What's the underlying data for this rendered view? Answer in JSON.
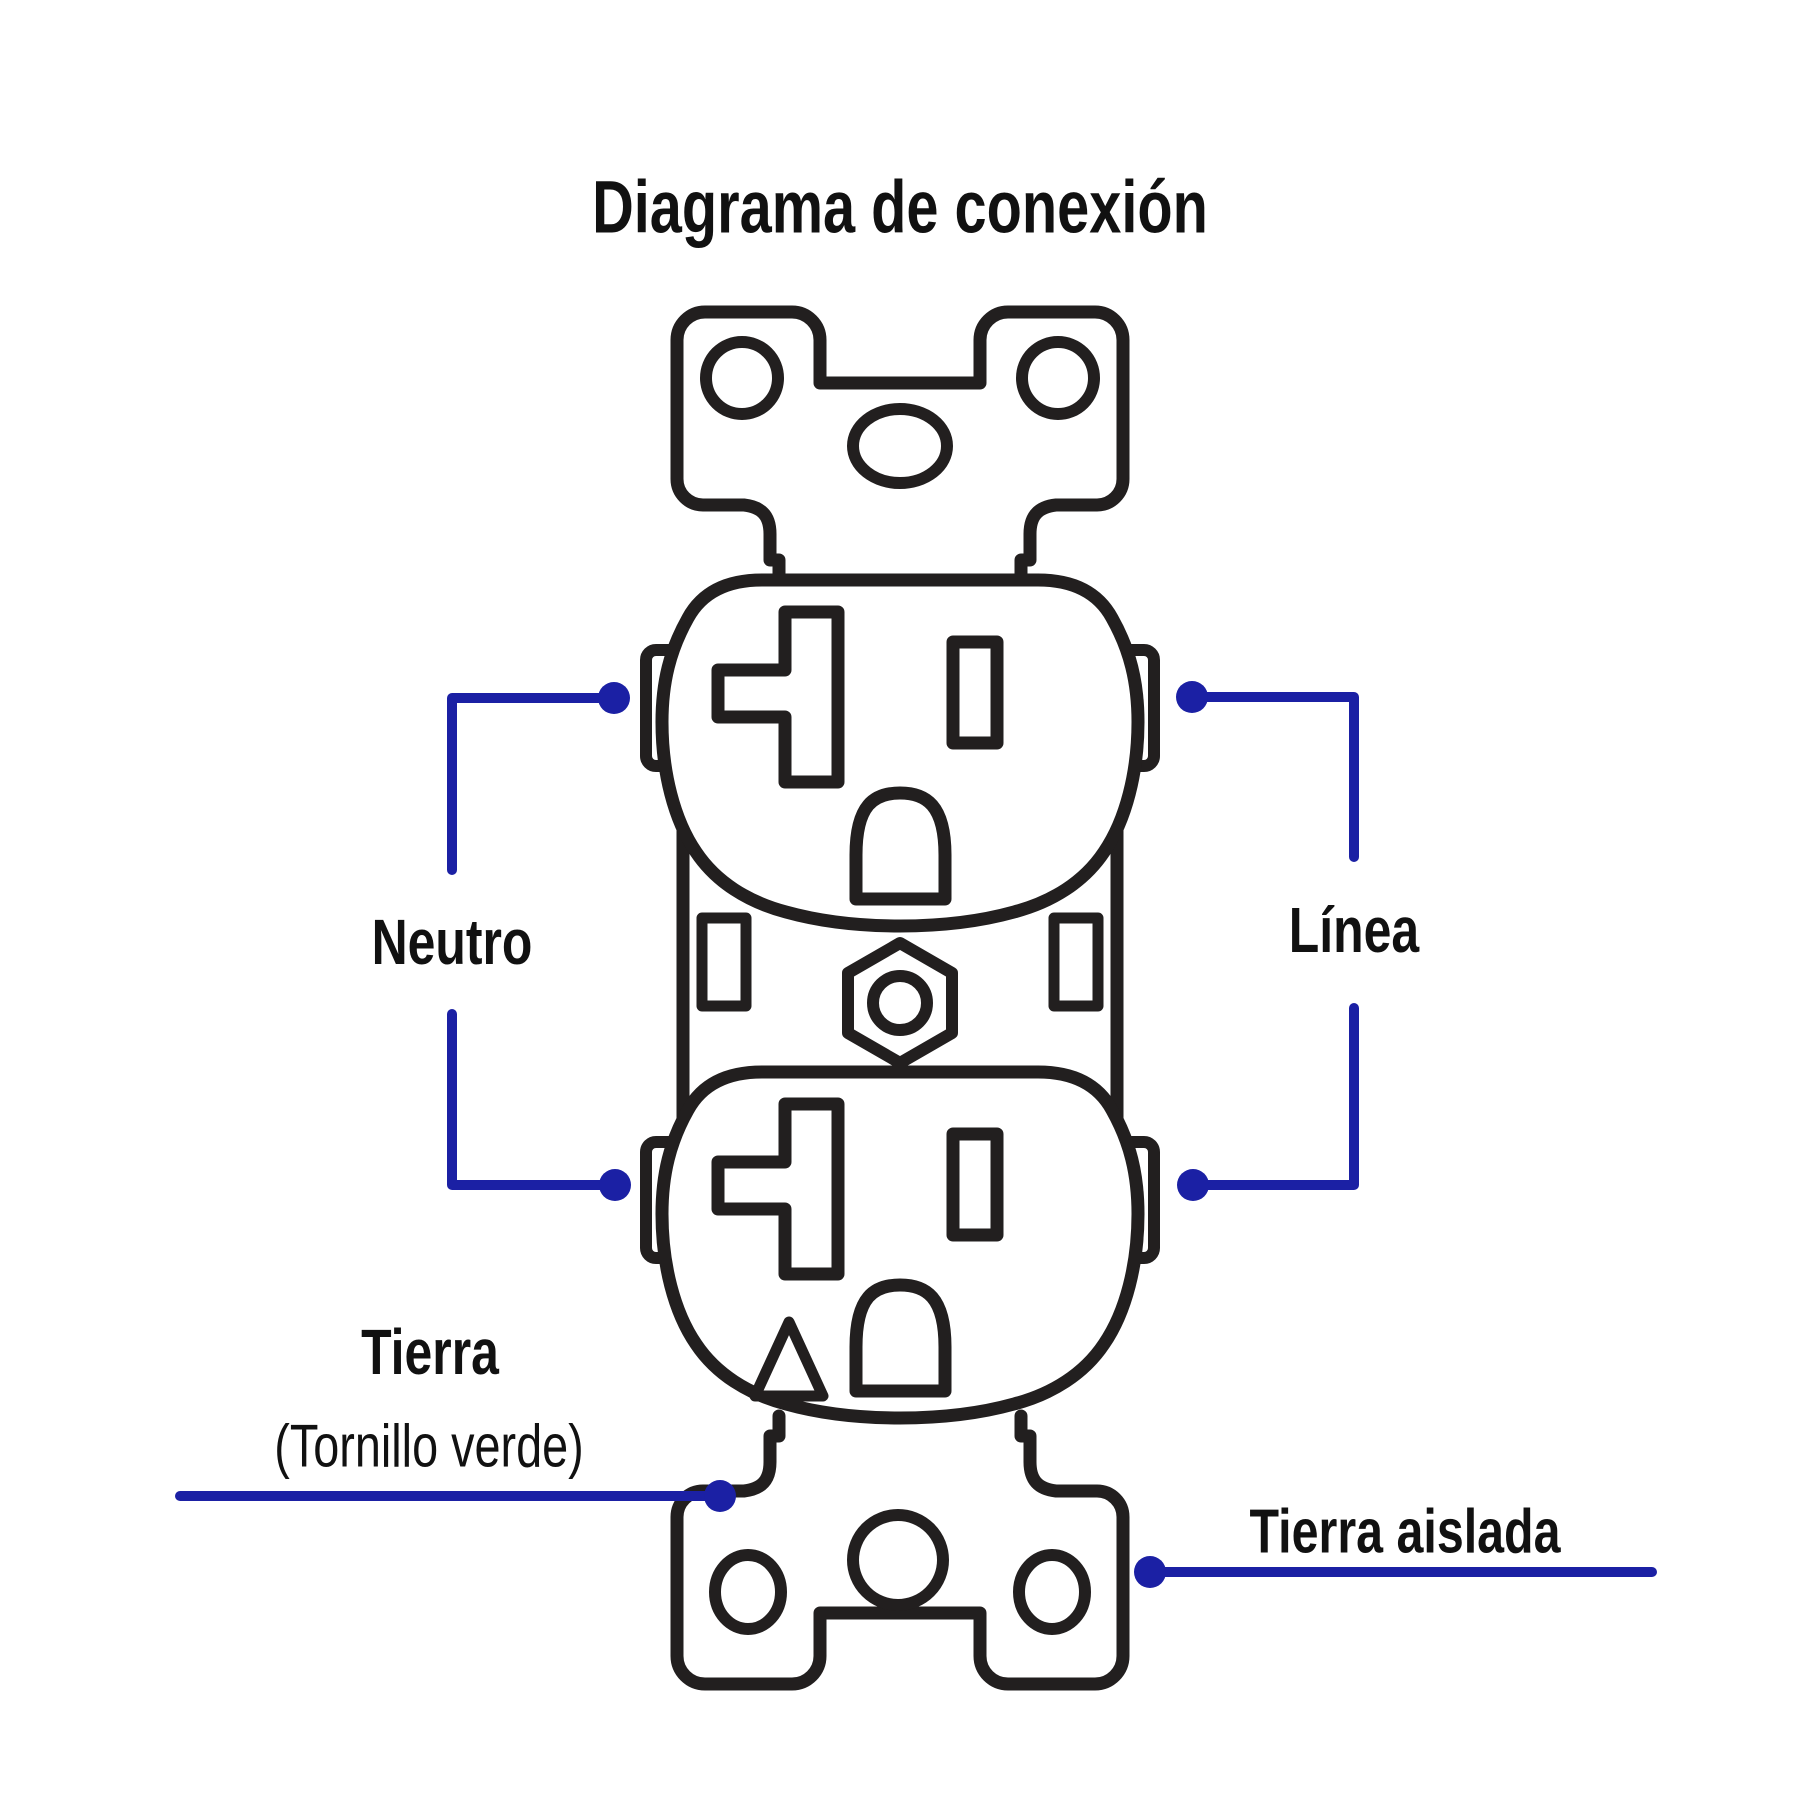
{
  "title": "Diagrama de conexión",
  "labels": {
    "neutral": "Neutro",
    "line": "Línea",
    "ground": "Tierra",
    "ground_note": "(Tornillo verde)",
    "isolated_ground": "Tierra aislada"
  },
  "colors": {
    "wire_blue": "#1b20a4",
    "outline_black": "#221f1f",
    "text_black": "#111111",
    "background": "#ffffff"
  }
}
